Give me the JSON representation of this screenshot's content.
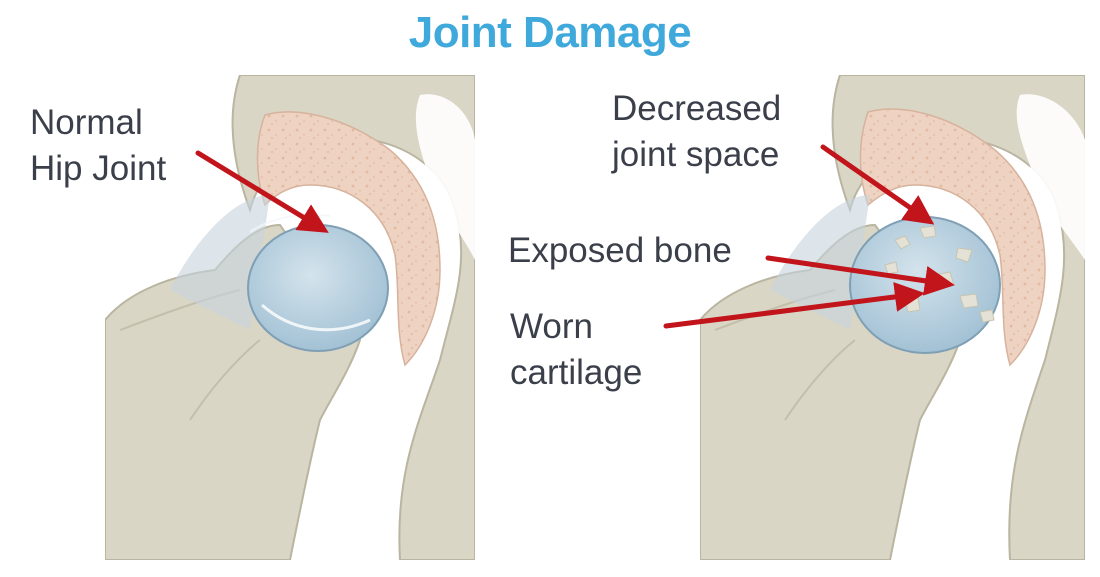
{
  "title": "Joint Damage",
  "left_panel": {
    "label_line1": "Normal",
    "label_line2": "Hip Joint"
  },
  "right_panel": {
    "decreased_line1": "Decreased",
    "decreased_line2": "joint space",
    "exposed_bone": "Exposed bone",
    "worn_line1": "Worn",
    "worn_line2": "cartilage"
  },
  "colors": {
    "title": "#3fa9dc",
    "arrow": "#c1141b",
    "bone": "#d9d6c6",
    "bone_outline": "#b9b5a1",
    "cartilage": "#b9cfdc",
    "marrow": "#efd3c2",
    "label_text": "#3a3f4a"
  }
}
